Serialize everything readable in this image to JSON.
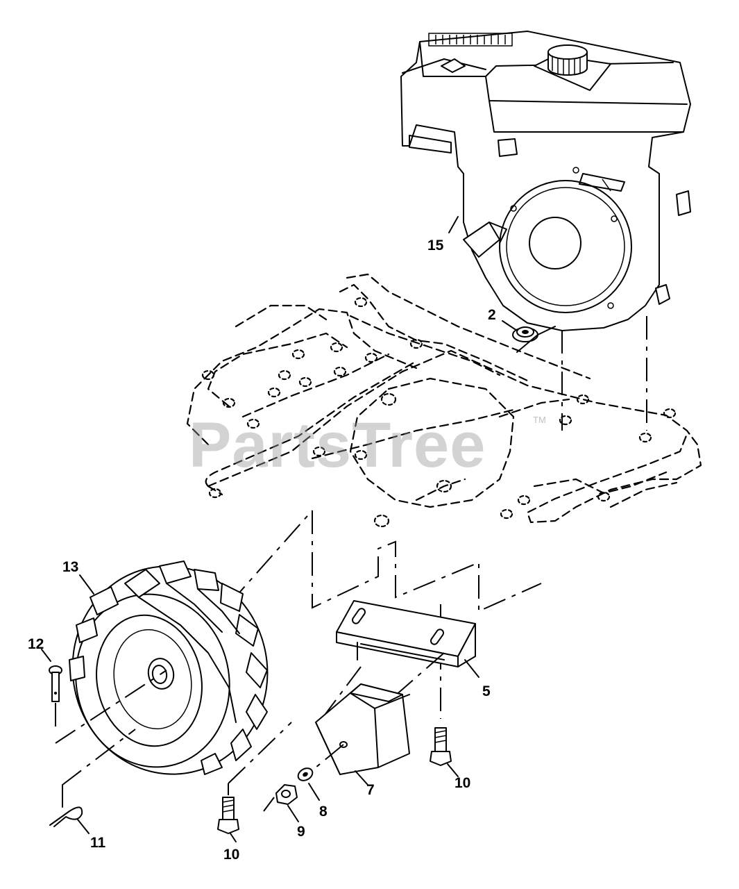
{
  "watermark": {
    "text": "PartsTree",
    "trademark": "TM"
  },
  "callouts": {
    "c2": "2",
    "c5": "5",
    "c7": "7",
    "c8": "8",
    "c9": "9",
    "c10a": "10",
    "c10b": "10",
    "c11": "11",
    "c12": "12",
    "c13": "13",
    "c15": "15"
  },
  "parts": {
    "engine": "engine-icon",
    "frame": "tiller-frame-icon",
    "wheel": "wheel-tire-icon",
    "bracket": "mounting-bracket-icon",
    "weight": "wheel-weight-icon",
    "bolt": "bolt-icon",
    "nut": "nut-icon",
    "washer": "washer-icon",
    "hairpin": "hairpin-cotter-icon",
    "clevis": "clevis-pin-icon",
    "flange_nut": "flange-nut-icon"
  }
}
